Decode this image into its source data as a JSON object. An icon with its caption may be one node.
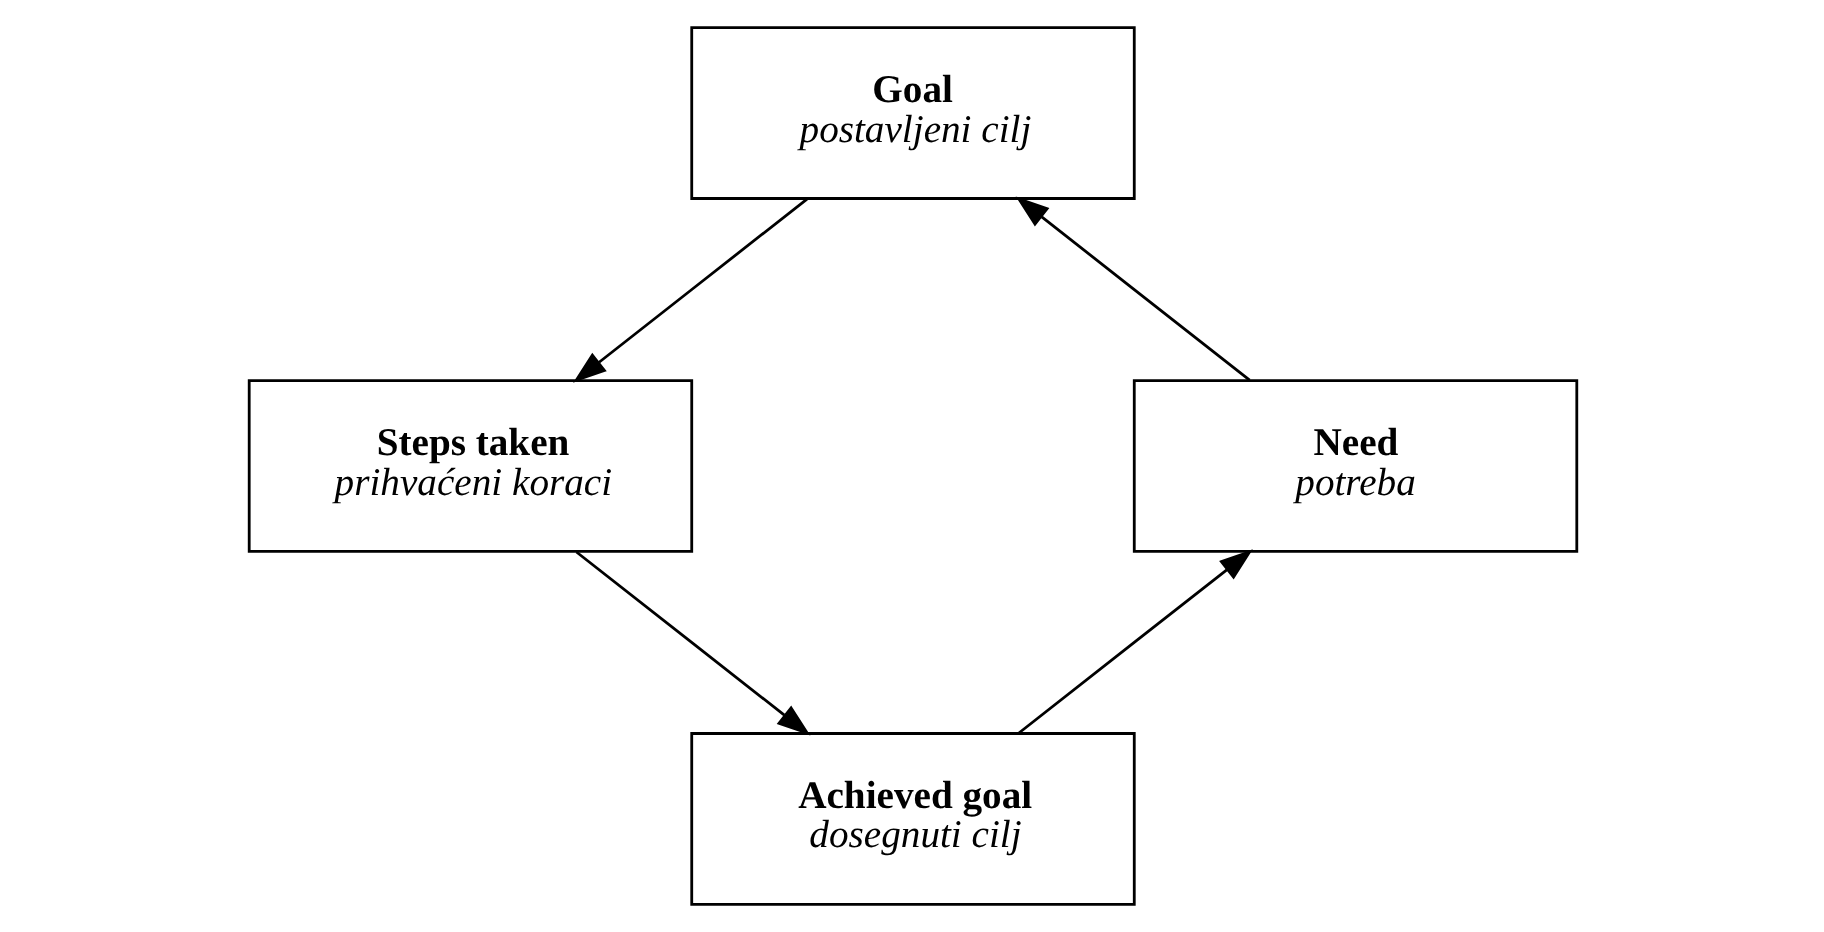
{
  "diagram": {
    "nodes": [
      {
        "text": [
          "Goal",
          "postavljeni cilj"
        ]
      },
      {
        "text": [
          "Steps taken",
          "prihvaćeni koraci"
        ]
      },
      {
        "text": [
          "Achieved goal",
          "dosegnuti cilj"
        ]
      },
      {
        "text": [
          "Need",
          "potreba"
        ]
      }
    ],
    "edges": [
      {
        "from": 0,
        "to": 1,
        "arrow": "to"
      },
      {
        "from": 1,
        "to": 2,
        "arrow": "to"
      },
      {
        "from": 2,
        "to": 3,
        "arrow": "to"
      },
      {
        "from": 3,
        "to": 0,
        "arrow": "to"
      }
    ]
  }
}
